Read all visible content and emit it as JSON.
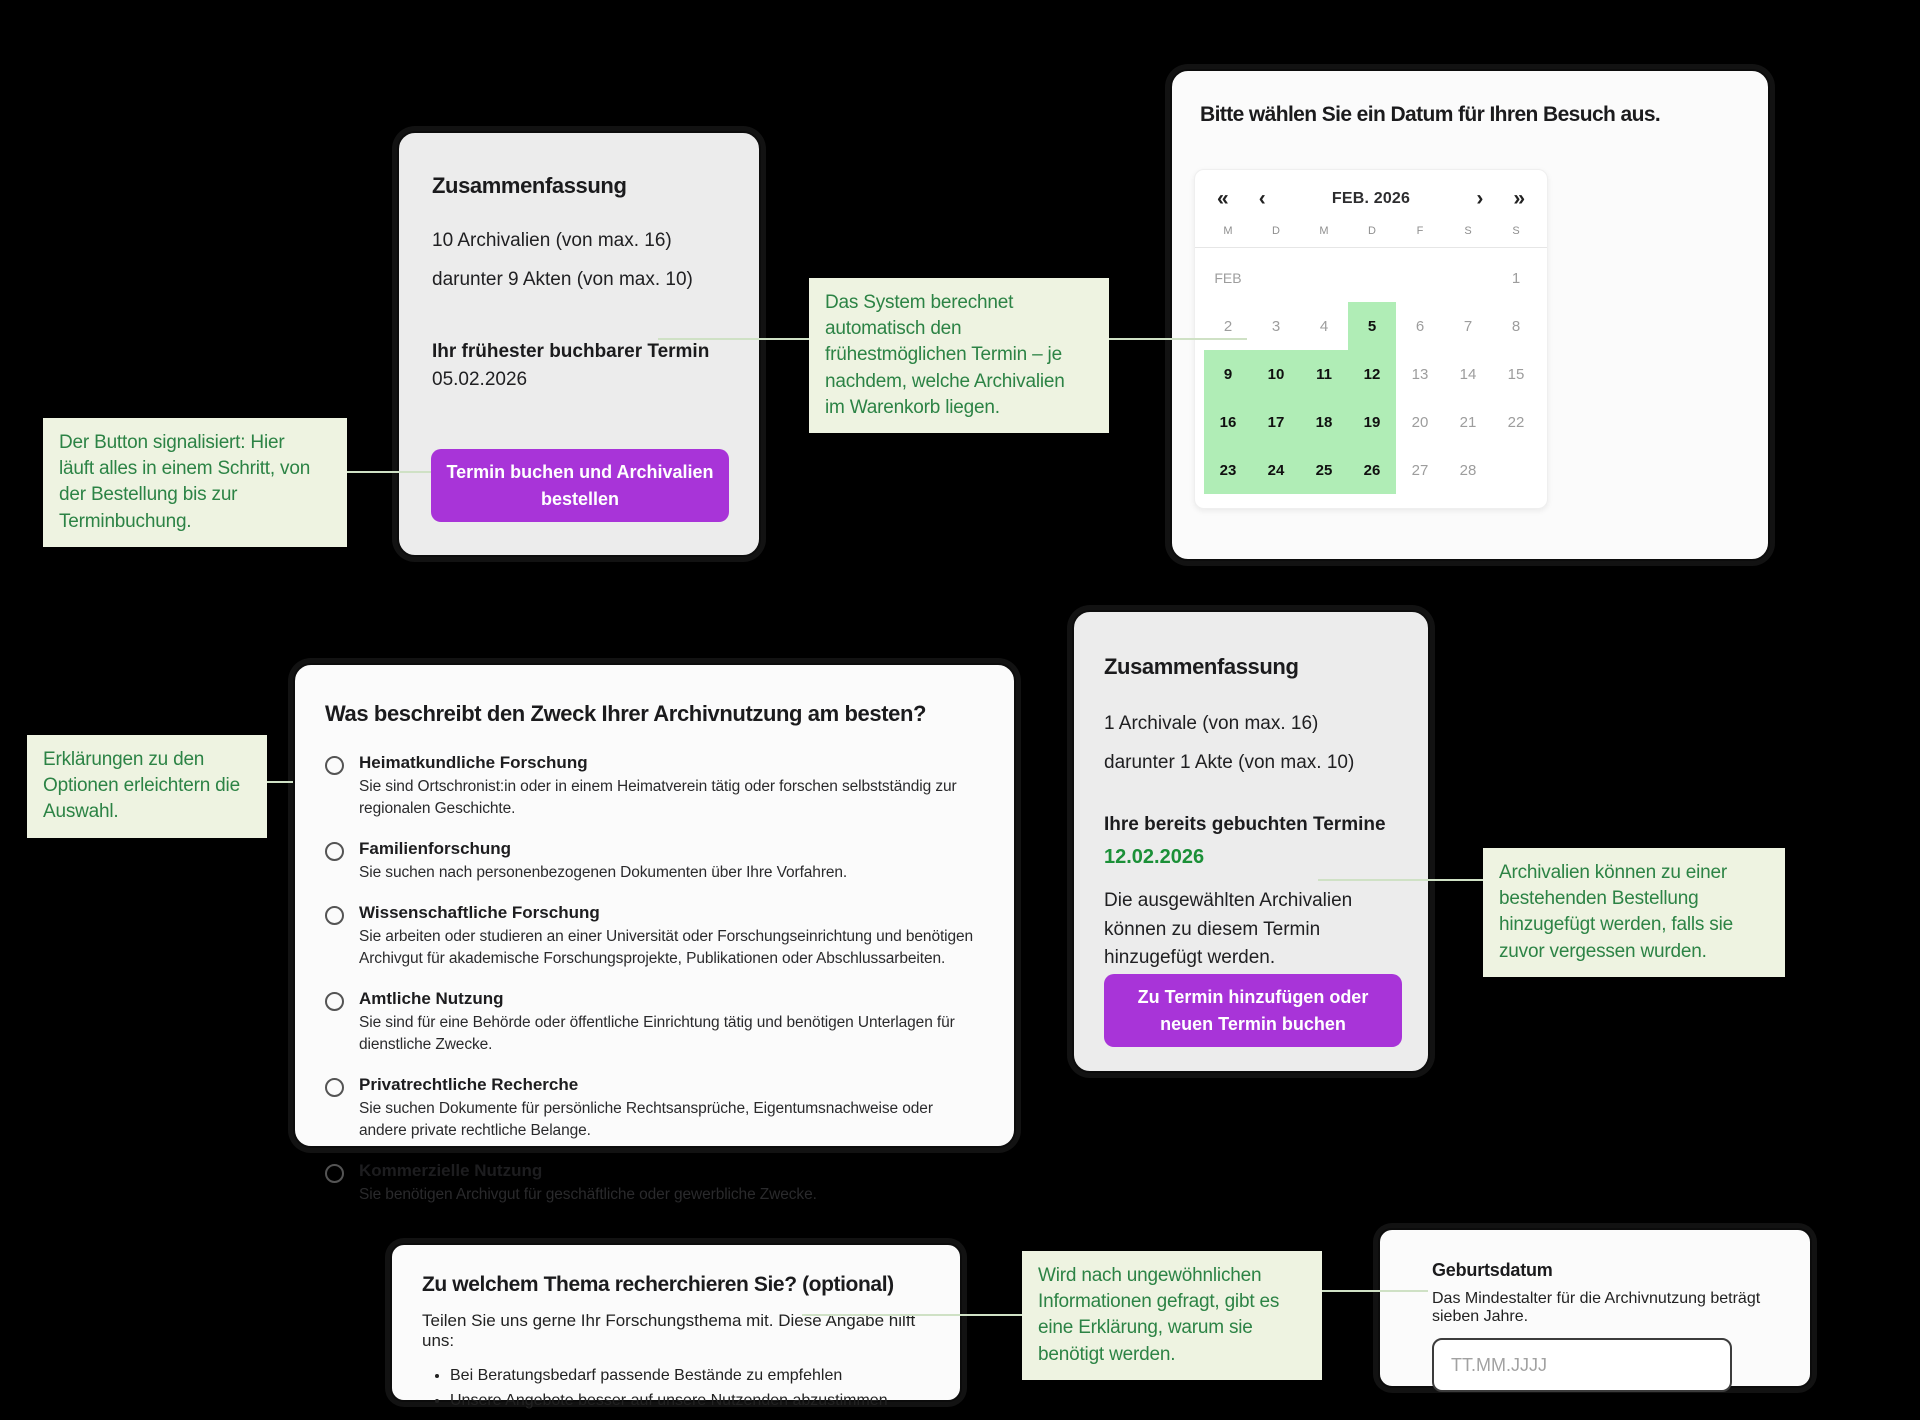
{
  "colors": {
    "background": "#000000",
    "card_gray": "#ececec",
    "card_white": "#fbfbfb",
    "accent_purple": "#a834d8",
    "annotation_bg": "#eef3e1",
    "annotation_text": "#2c8345",
    "calendar_highlight_green": "#b0edb6",
    "booked_date_green": "#1b9038",
    "connector_line": "#cfe1c5",
    "muted_day_text": "#9d9d9d"
  },
  "summary_card_one": {
    "title": "Zusammenfassung",
    "line1": "10 Archivalien (von max. 16)",
    "line2": "darunter 9 Akten (von max. 10)",
    "earliest_label": "Ihr frühester buchbarer Termin",
    "earliest_date": "05.02.2026",
    "button_label": "Termin buchen und Archivalien\nbestellen"
  },
  "calendar_card": {
    "title": "Bitte wählen Sie ein Datum für Ihren Besuch aus.",
    "nav_prev_year": "«",
    "nav_prev_month": "‹",
    "month_label": "FEB. 2026",
    "nav_next_month": "›",
    "nav_next_year": "»",
    "weekdays": [
      "M",
      "D",
      "M",
      "D",
      "F",
      "S",
      "S"
    ],
    "cells": [
      "FEB",
      "",
      "",
      "",
      "",
      "",
      "1",
      "2",
      "3",
      "4",
      "5",
      "6",
      "7",
      "8",
      "9",
      "10",
      "11",
      "12",
      "13",
      "14",
      "15",
      "16",
      "17",
      "18",
      "19",
      "20",
      "21",
      "22",
      "23",
      "24",
      "25",
      "26",
      "27",
      "28",
      ""
    ],
    "highlighted_days": [
      "5",
      "9",
      "10",
      "11",
      "12",
      "16",
      "17",
      "18",
      "19",
      "23",
      "24",
      "25",
      "26"
    ]
  },
  "purpose_card": {
    "title": "Was beschreibt den Zweck Ihrer Archivnutzung am besten?",
    "options": [
      {
        "label": "Heimatkundliche Forschung",
        "description": "Sie sind Ortschronist:in oder in einem Heimatverein tätig oder forschen selbstständig zur regionalen Geschichte."
      },
      {
        "label": "Familienforschung",
        "description": "Sie suchen nach personenbezogenen Dokumenten über Ihre Vorfahren."
      },
      {
        "label": "Wissenschaftliche Forschung",
        "description": "Sie arbeiten oder studieren an einer Universität oder Forschungseinrichtung und benötigen Archivgut für akademische Forschungsprojekte, Publikationen oder Abschlussarbeiten."
      },
      {
        "label": "Amtliche Nutzung",
        "description": "Sie sind für eine Behörde oder öffentliche Einrichtung tätig und benötigen Unterlagen für dienstliche Zwecke."
      },
      {
        "label": "Privatrechtliche Recherche",
        "description": "Sie suchen Dokumente für persönliche Rechtsansprüche, Eigentumsnachweise oder andere private rechtliche Belange."
      },
      {
        "label": "Kommerzielle Nutzung",
        "description": "Sie benötigen Archivgut für geschäftliche oder gewerbliche Zwecke."
      }
    ]
  },
  "summary_card_two": {
    "title": "Zusammenfassung",
    "line1": "1 Archivale (von max. 16)",
    "line2": "darunter 1 Akte (von max. 10)",
    "booked_label": "Ihre bereits gebuchten Termine",
    "booked_date": "12.02.2026",
    "note": "Die ausgewählten Archivalien können zu diesem Termin hinzugefügt werden.",
    "button_label": "Zu Termin hinzufügen oder\nneuen Termin buchen"
  },
  "topic_card": {
    "title": "Zu welchem Thema recherchieren Sie? (optional)",
    "intro": "Teilen Sie uns gerne Ihr Forschungsthema mit. Diese Angabe hilft uns:",
    "bullets": [
      "Bei Beratungsbedarf passende Bestände zu empfehlen",
      "Unsere Angebote besser auf unsere Nutzenden abzustimmen"
    ]
  },
  "birthdate_card": {
    "label": "Geburtsdatum",
    "note": "Das Mindestalter für die Archivnutzung beträgt sieben Jahre.",
    "input_placeholder": "TT.MM.JJJJ",
    "input_value": ""
  },
  "annotations": [
    {
      "text": "Der Button signalisiert: Hier\nläuft alles in einem Schritt, von\nder Bestellung bis zur\nTerminbuchung."
    },
    {
      "text": "Das System berechnet\nautomatisch den\nfrühestmöglichen Termin – je\nnachdem, welche Archivalien\nim Warenkorb liegen."
    },
    {
      "text": "Erklärungen zu den\nOptionen erleichtern die\nAuswahl."
    },
    {
      "text": "Archivalien können zu einer\nbestehenden Bestellung\nhinzugefügt werden, falls sie\nzuvor vergessen wurden."
    },
    {
      "text": "Wird nach ungewöhnlichen\nInformationen gefragt, gibt es\neine Erklärung, warum sie\nbenötigt werden."
    }
  ]
}
